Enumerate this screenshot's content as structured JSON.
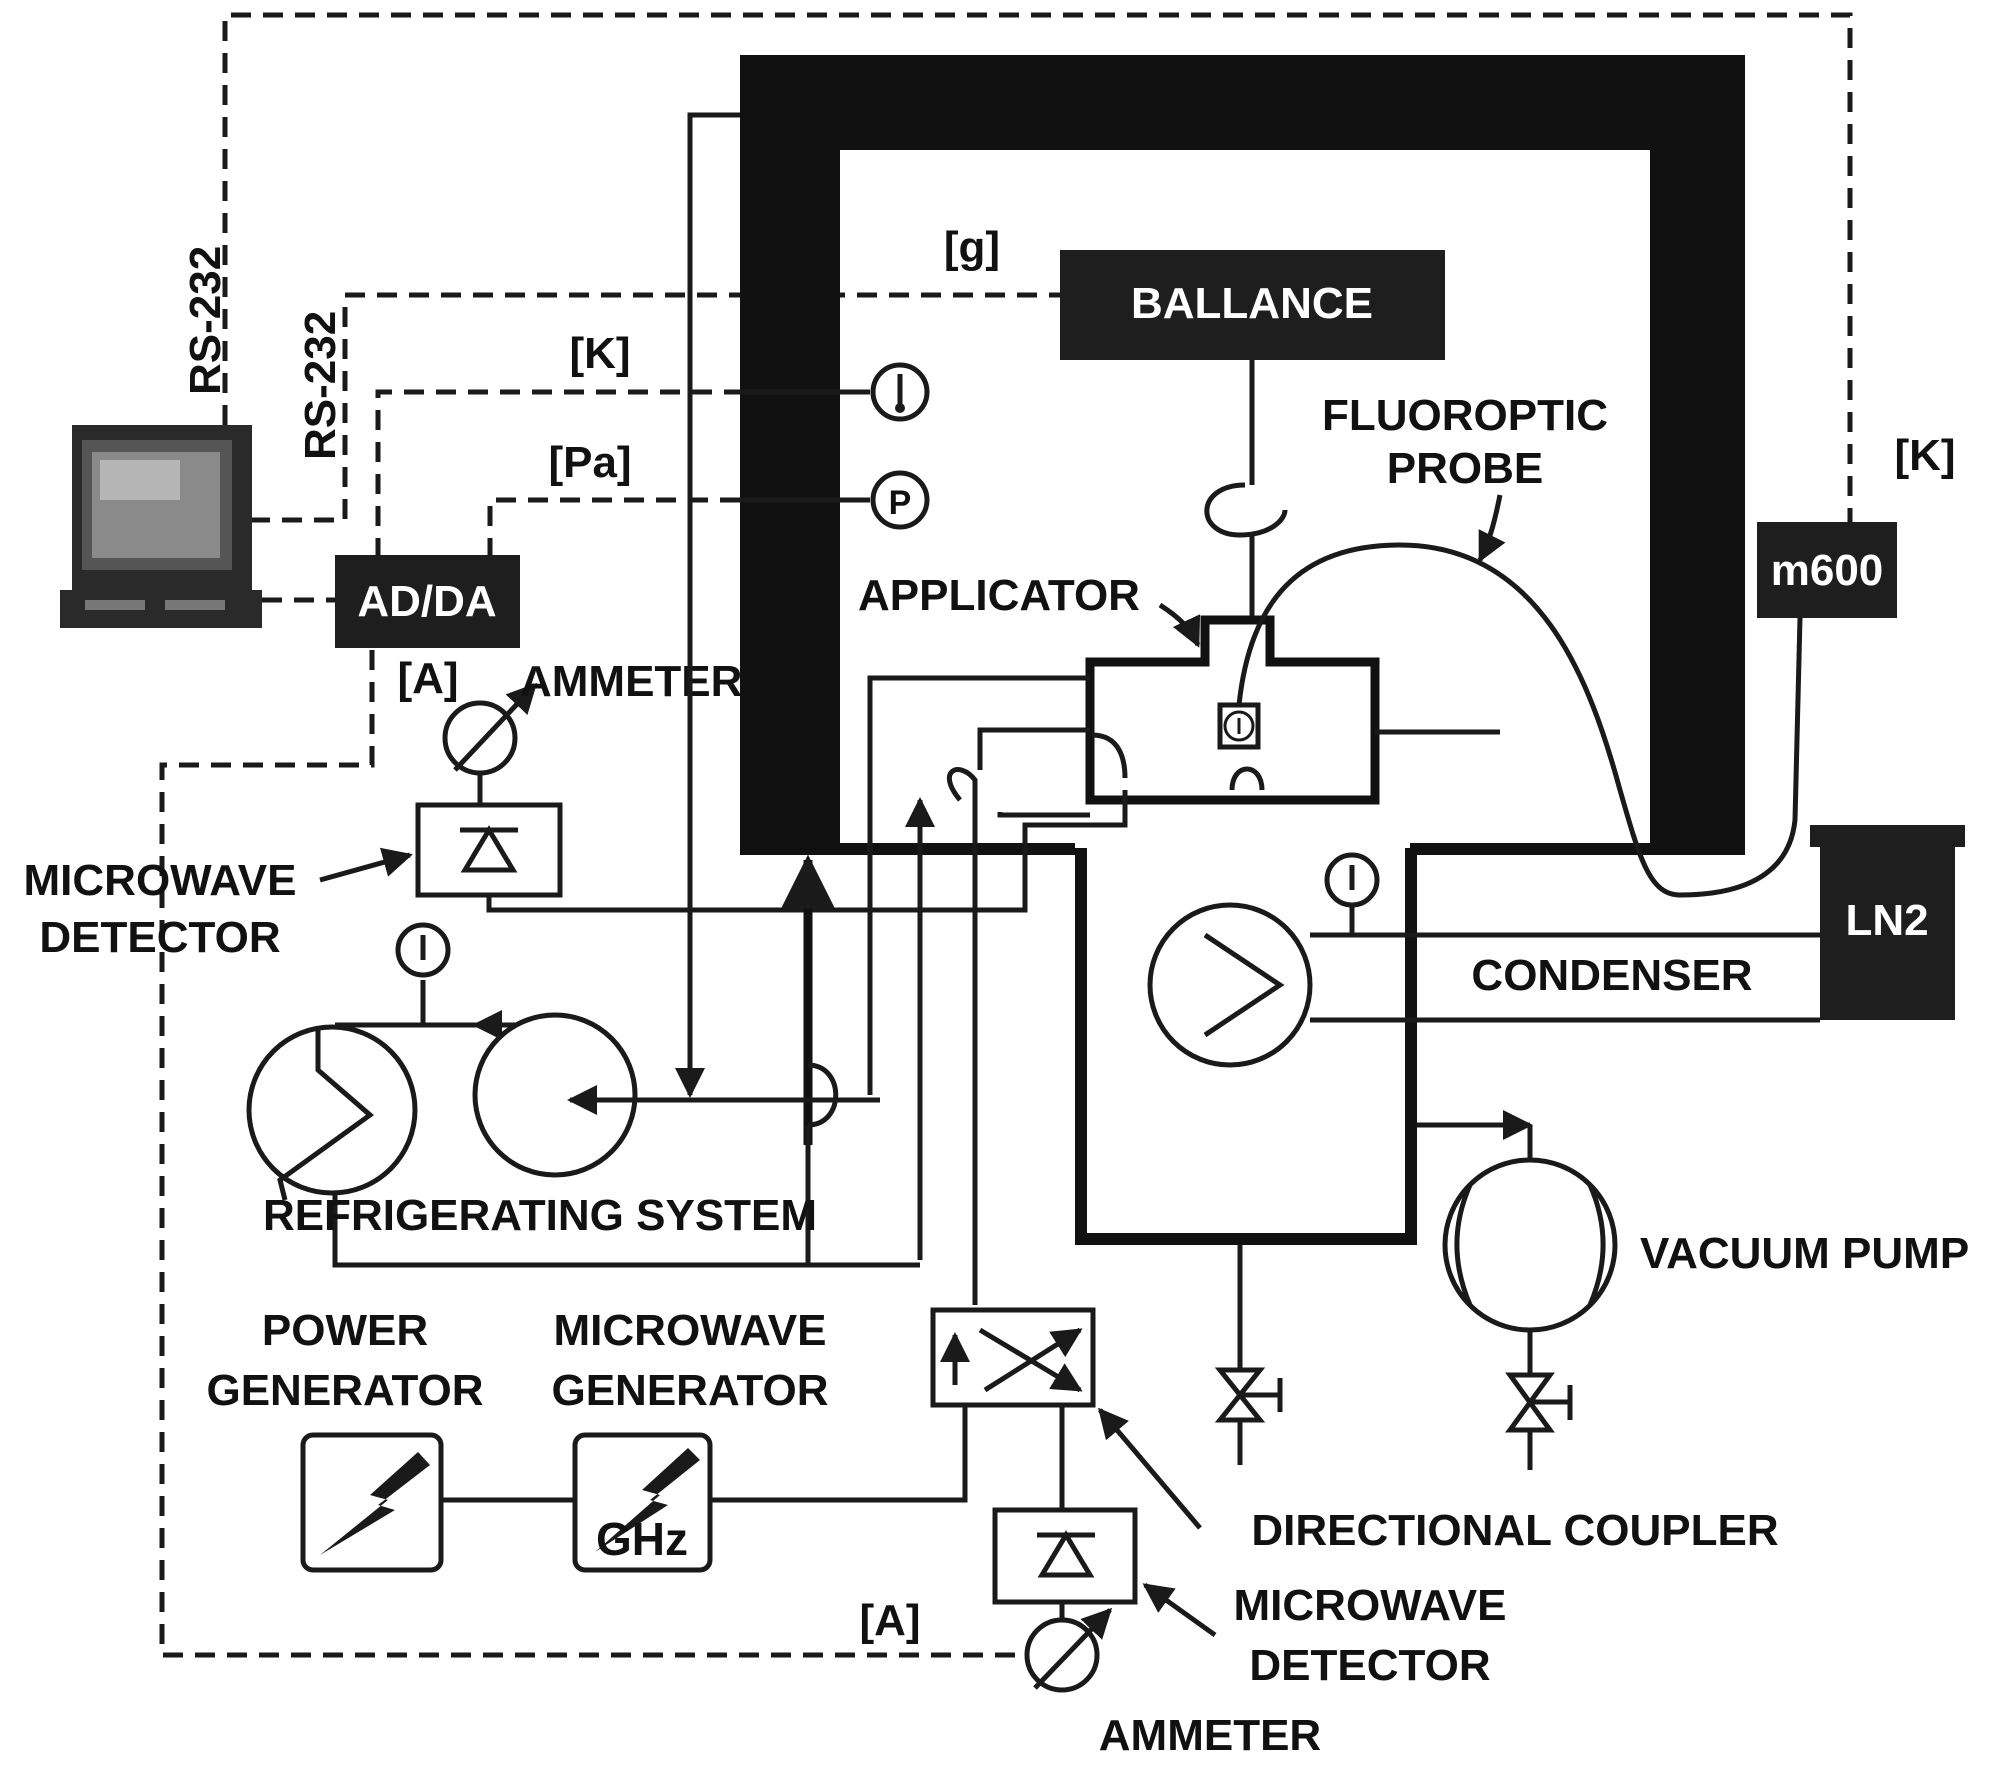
{
  "diagram": {
    "colors": {
      "ink": "#1a1a1a",
      "dark_box": "#1e1e1e",
      "background": "#ffffff"
    },
    "labels": {
      "rs232_left": "RS-232",
      "rs232_right": "RS-232",
      "g_unit": "[g]",
      "k_unit_left": "[K]",
      "pa_unit": "[Pa]",
      "a_unit_top": "[A]",
      "a_unit_bottom": "[A]",
      "k_unit_right": "[K]",
      "ballance": "BALLANCE",
      "fluoroptic_probe_1": "FLUOROPTIC",
      "fluoroptic_probe_2": "PROBE",
      "m600": "m600",
      "applicator": "APPLICATOR",
      "ad_da": "AD/DA",
      "ammeter_top": "AMMETER",
      "microwave_detector_left_1": "MICROWAVE",
      "microwave_detector_left_2": "DETECTOR",
      "ln2": "LN2",
      "condenser": "CONDENSER",
      "refrigerating_system": "REFRIGERATING SYSTEM",
      "vacuum_pump": "VACUUM PUMP",
      "power_generator_1": "POWER",
      "power_generator_2": "GENERATOR",
      "microwave_generator_1": "MICROWAVE",
      "microwave_generator_2": "GENERATOR",
      "ghz": "GHz",
      "directional_coupler": "DIRECTIONAL COUPLER",
      "microwave_detector_bottom_1": "MICROWAVE",
      "microwave_detector_bottom_2": "DETECTOR",
      "ammeter_bottom": "AMMETER",
      "pressure_symbol": "P"
    }
  }
}
